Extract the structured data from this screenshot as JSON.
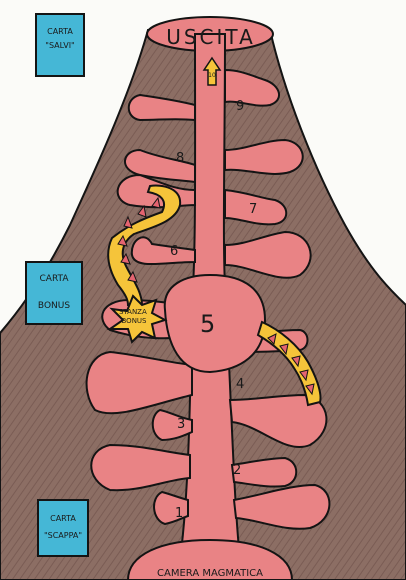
{
  "board": {
    "exit_label": "USCITA",
    "base_label": "CAMERA MAGMATICA",
    "bonus_room_label": "STANZA BONUS",
    "exit_marker_number": "10",
    "colors": {
      "volcano": "#8a6b62",
      "magma": "#e98385",
      "magma_dark": "#d9646a",
      "bonus_path": "#f5c43a",
      "arrow": "#e46470",
      "card": "#45b7d6",
      "outline": "#141414"
    }
  },
  "cards": [
    {
      "line1": "CARTA",
      "line2": "\"SALVI\""
    },
    {
      "line1": "CARTA",
      "line2": "BONUS"
    },
    {
      "line1": "CARTA",
      "line2": "\"SCAPPA\""
    }
  ],
  "levels": [
    "1",
    "2",
    "3",
    "4",
    "5",
    "6",
    "7",
    "8",
    "9"
  ]
}
